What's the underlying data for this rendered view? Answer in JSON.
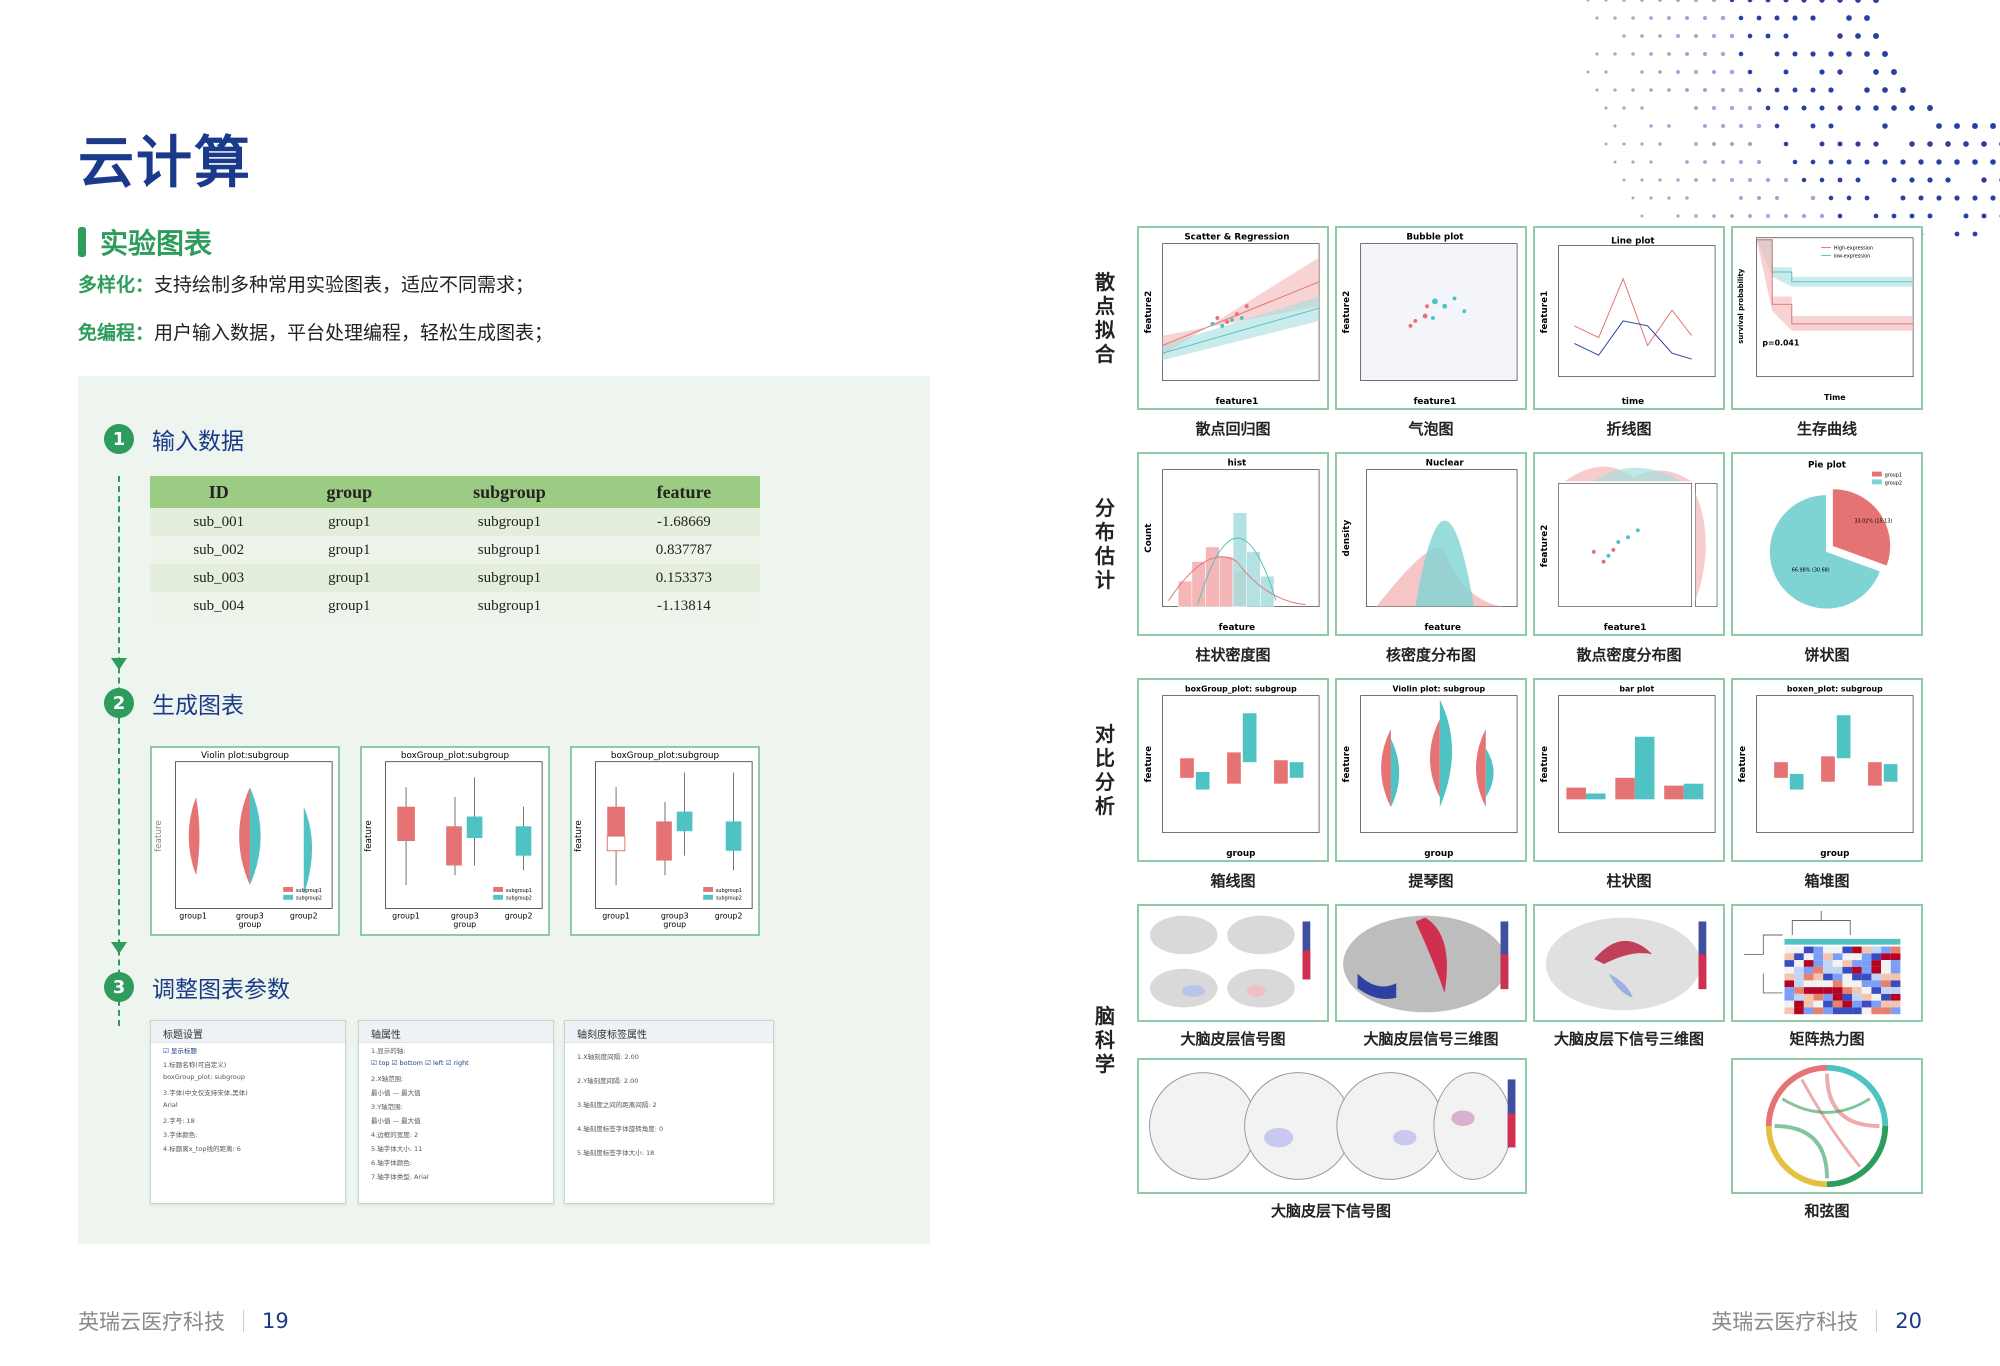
{
  "left_page": {
    "title": "云计算",
    "section": "实验图表",
    "desc1_key": "多样化：",
    "desc1_text": "支持绘制多种常用实验图表，适应不同需求；",
    "desc2_key": "免编程：",
    "desc2_text": "用户输入数据，平台处理编程，轻松生成图表；",
    "steps": [
      {
        "num": "1",
        "label": "输入数据"
      },
      {
        "num": "2",
        "label": "生成图表"
      },
      {
        "num": "3",
        "label": "调整图表参数"
      }
    ],
    "table": {
      "headers": [
        "ID",
        "group",
        "subgroup",
        "feature"
      ],
      "rows": [
        [
          "sub_001",
          "group1",
          "subgroup1",
          "-1.68669"
        ],
        [
          "sub_002",
          "group1",
          "subgroup1",
          "0.837787"
        ],
        [
          "sub_003",
          "group1",
          "subgroup1",
          "0.153373"
        ],
        [
          "sub_004",
          "group1",
          "subgroup1",
          "-1.13814"
        ]
      ]
    },
    "thumbs": [
      {
        "title": "Violin plot:subgroup",
        "ylabel": "feature",
        "xlabel": "group",
        "xticks": [
          "group1",
          "group3",
          "group2"
        ],
        "legend": [
          "subgroup1",
          "subgroup2"
        ]
      },
      {
        "title": "boxGroup_plot:subgroup",
        "ylabel": "feature",
        "xlabel": "group",
        "xticks": [
          "group1",
          "group3",
          "group2"
        ],
        "legend": [
          "subgroup1",
          "subgroup2"
        ]
      },
      {
        "title": "boxGroup_plot:subgroup",
        "ylabel": "feature",
        "xlabel": "group",
        "xticks": [
          "group1",
          "group3",
          "group2"
        ],
        "legend": [
          "subgroup1",
          "subgroup2"
        ]
      }
    ],
    "settings": [
      {
        "header": "标题设置",
        "rows": [
          "☑ 显示标题",
          "1.标题名称(可自定义)",
          "boxGroup_plot: subgroup",
          "3.字体(中文仅支持宋体,黑体)",
          "Arial",
          "2.字号:  18",
          "3.字体颜色:",
          "4.标题离x_top线的距离:  6"
        ]
      },
      {
        "header": "轴属性",
        "rows": [
          "1.显示的轴:",
          "☑ top  ☑ bottom  ☑ left  ☑ right",
          "2.X轴范围:",
          "最小值 — 最大值",
          "3.Y轴范围:",
          "最小值 — 最大值",
          "4.边框的宽度:  2",
          "5.轴字体大小:  11",
          "6.轴字体颜色:",
          "7.轴字体类型:  Arial"
        ]
      },
      {
        "header": "轴刻度标签属性",
        "rows": [
          "1.X轴刻度间隔:  2.00",
          "2.Y轴刻度间隔:  2.00",
          "3.轴刻度之间的距离间隔:  2",
          "4.轴刻度标签字体旋转角度:  0",
          "5.轴刻度标签字体大小:  18"
        ]
      }
    ],
    "footer_company": "英瑞云医疗科技",
    "footer_page": "19"
  },
  "right_page": {
    "categories": [
      "散点拟合",
      "分布估计",
      "对比分析",
      "脑科学"
    ],
    "row1": [
      {
        "title": "Scatter & Regression",
        "xlabel": "feature1",
        "ylabel": "feature2",
        "caption": "散点回归图"
      },
      {
        "title": "Bubble plot",
        "xlabel": "feature1",
        "ylabel": "feature2",
        "caption": "气泡图"
      },
      {
        "title": "Line plot",
        "xlabel": "time",
        "ylabel": "feature1",
        "caption": "折线图"
      },
      {
        "title": "",
        "xlabel": "Time",
        "ylabel": "survival probability",
        "annot": "p=0.041",
        "legend": [
          "High-expression",
          "low-expression"
        ],
        "caption": "生存曲线"
      }
    ],
    "row2": [
      {
        "title": "hist",
        "xlabel": "feature",
        "ylabel": "Count",
        "caption": "柱状密度图"
      },
      {
        "title": "Nuclear",
        "xlabel": "feature",
        "ylabel": "density",
        "caption": "核密度分布图"
      },
      {
        "title": "",
        "xlabel": "feature1",
        "ylabel": "feature2",
        "caption": "散点密度分布图"
      },
      {
        "title": "Pie plot",
        "legend": [
          "group1",
          "group2"
        ],
        "slices": [
          "33.02%\n(15.13)",
          "66.98%\n(30.68)"
        ],
        "caption": "饼状图"
      }
    ],
    "row3": [
      {
        "title": "boxGroup_plot: subgroup",
        "xlabel": "group",
        "ylabel": "feature",
        "caption": "箱线图"
      },
      {
        "title": "Violin plot: subgroup",
        "xlabel": "group",
        "ylabel": "feature",
        "caption": "提琴图"
      },
      {
        "title": "bar plot",
        "xlabel": "",
        "ylabel": "feature",
        "caption": "柱状图"
      },
      {
        "title": "boxen_plot: subgroup",
        "xlabel": "group",
        "ylabel": "feature",
        "caption": "箱堆图"
      }
    ],
    "row4": [
      {
        "caption": "大脑皮层信号图"
      },
      {
        "caption": "大脑皮层信号三维图"
      },
      {
        "caption": "大脑皮层下信号三维图"
      },
      {
        "caption": "矩阵热力图"
      }
    ],
    "row5": [
      {
        "caption": "大脑皮层下信号图"
      },
      {
        "caption": "和弦图"
      }
    ],
    "footer_company": "英瑞云医疗科技",
    "footer_page": "20"
  },
  "colors": {
    "primary": "#1b3a8a",
    "green": "#2e9c5c",
    "red": "#e57373",
    "teal": "#4fc3c3"
  }
}
